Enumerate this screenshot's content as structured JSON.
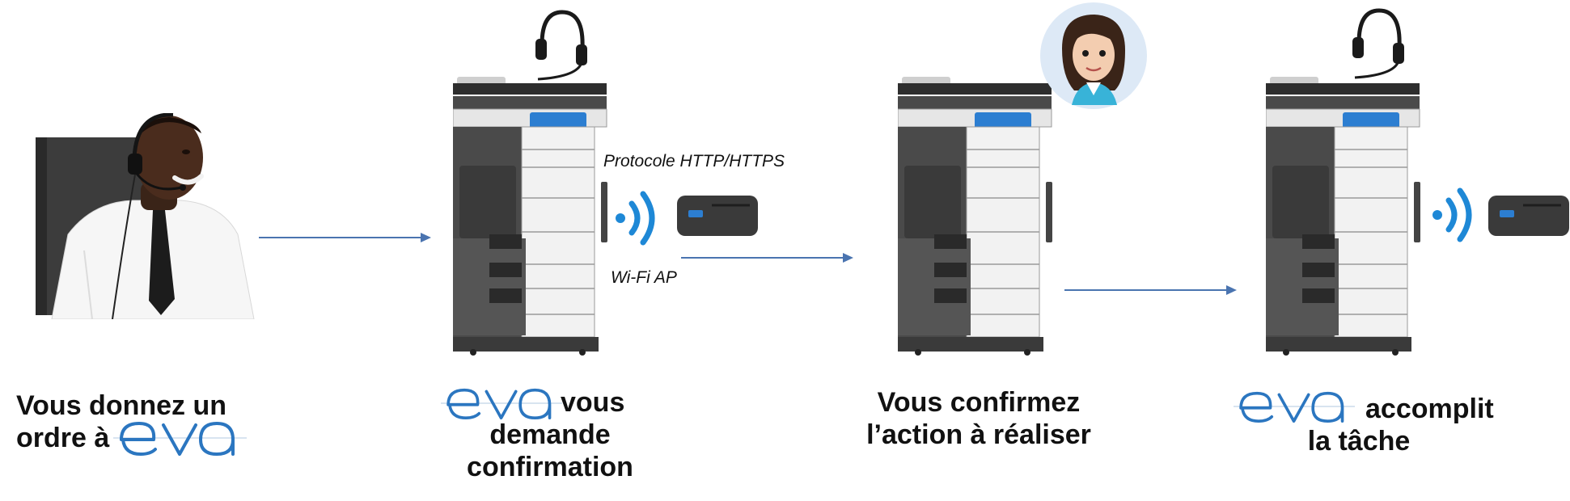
{
  "steps": [
    {
      "caption_line1": "Vous donnez un",
      "caption_line2": "ordre à"
    },
    {
      "caption_line1": "vous",
      "caption_line2": "demande",
      "caption_line3": "confirmation"
    },
    {
      "caption_line1": "Vous confirmez",
      "caption_line2": "l’action à réaliser"
    },
    {
      "caption_line1": "accomplit",
      "caption_line2": "la tâche"
    }
  ],
  "labels": {
    "protocol": "Protocole HTTP/HTTPS",
    "wifi": "Wi-Fi AP"
  },
  "logo": {
    "text": "eva"
  },
  "colors": {
    "arrow": "#4a74b0",
    "brand": "#2b76c0",
    "wifi": "#1e88d6",
    "printer_dark": "#3a3a3a",
    "printer_panel": "#f2f2f2",
    "screen": "#2c7ed1",
    "avatar_bg": "#dde9f6"
  }
}
